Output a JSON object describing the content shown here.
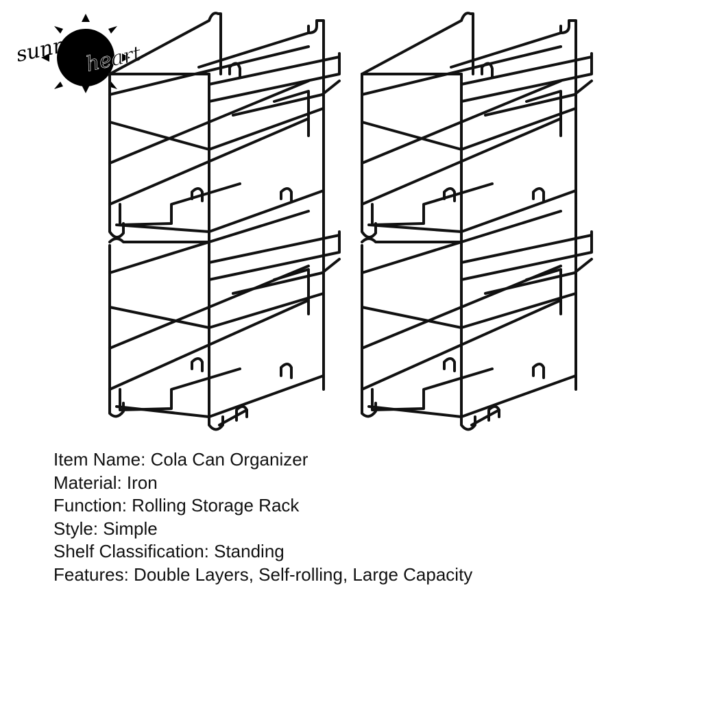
{
  "brand": {
    "logo_text_left": "sunny",
    "logo_text_right": "heart"
  },
  "product_images": [
    {
      "name": "Cola can organizer rack (left view)"
    },
    {
      "name": "Cola can organizer rack (right view)"
    }
  ],
  "specs": [
    {
      "label": "Item Name",
      "value": "Cola Can Organizer",
      "text": "Item Name: Cola Can Organizer"
    },
    {
      "label": "Material",
      "value": "Iron",
      "text": "Material: Iron"
    },
    {
      "label": "Function",
      "value": "Rolling Storage Rack",
      "text": "Function: Rolling Storage Rack"
    },
    {
      "label": "Style",
      "value": "Simple",
      "text": "Style: Simple"
    },
    {
      "label": "Shelf Classification",
      "value": "Standing",
      "text": "Shelf Classification: Standing"
    },
    {
      "label": "Features",
      "value": "Double Layers, Self-rolling, Large Capacity",
      "text": "Features: Double Layers, Self-rolling, Large Capacity"
    }
  ],
  "colors": {
    "background": "#ffffff",
    "rack_wire": "#111111",
    "text": "#111111"
  }
}
